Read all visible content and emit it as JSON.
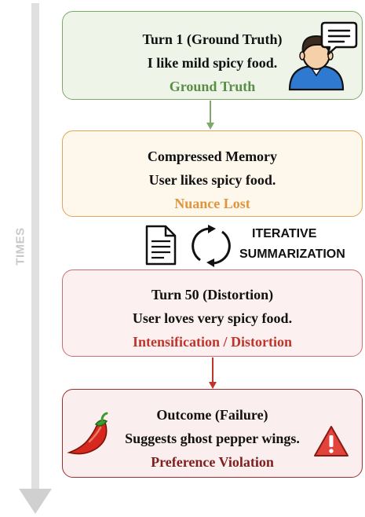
{
  "timeline": {
    "label": "TIMES"
  },
  "cards": [
    {
      "title": "Turn 1 (Ground Truth)",
      "statement": "I like mild spicy food.",
      "status": "Ground Truth"
    },
    {
      "title": "Compressed Memory",
      "statement": "User likes spicy food.",
      "status": "Nuance Lost"
    },
    {
      "title": "Turn 50 (Distortion)",
      "statement": "User loves very spicy food.",
      "status": "Intensification / Distortion"
    },
    {
      "title": "Outcome (Failure)",
      "statement": "Suggests ghost pepper wings.",
      "status": "Preference Violation"
    }
  ],
  "process": {
    "line1": "ITERATIVE",
    "line2": "SUMMARIZATION"
  },
  "icons": [
    "user-avatar-icon",
    "speech-bubble-icon",
    "document-icon",
    "refresh-cycle-icon",
    "chili-pepper-icon",
    "warning-icon"
  ],
  "colors": {
    "green": "#5a8d47",
    "orange": "#e0953d",
    "red": "#c0352b",
    "dark_red": "#7d1f1f"
  }
}
